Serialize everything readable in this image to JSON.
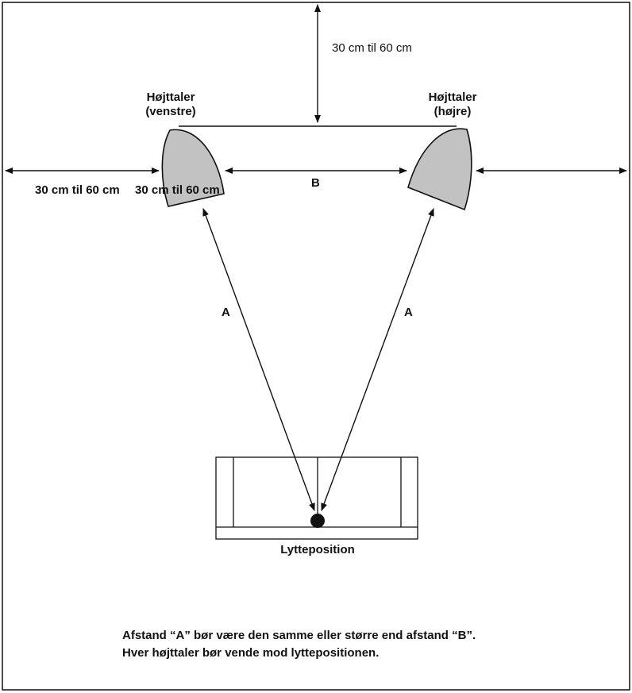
{
  "labels": {
    "top_gap": "30 cm til 60 cm",
    "left_speaker": [
      "Højttaler",
      "(venstre)"
    ],
    "right_speaker": [
      "Højttaler",
      "(højre)"
    ],
    "left_gap": "30 cm til 60 cm",
    "right_gap": "30 cm til 60 cm",
    "distance_b": "B",
    "distance_a_left": "A",
    "distance_a_right": "A",
    "listening_position": "Lytteposition"
  },
  "note": {
    "line1": "Afstand “A” bør være den samme eller større end afstand “B”.",
    "line2": "Hver højttaler bør vende mod lyttepositionen."
  },
  "colors": {
    "line": "#111111",
    "speaker_fill": "#c2c2c2",
    "background": "#ffffff"
  }
}
